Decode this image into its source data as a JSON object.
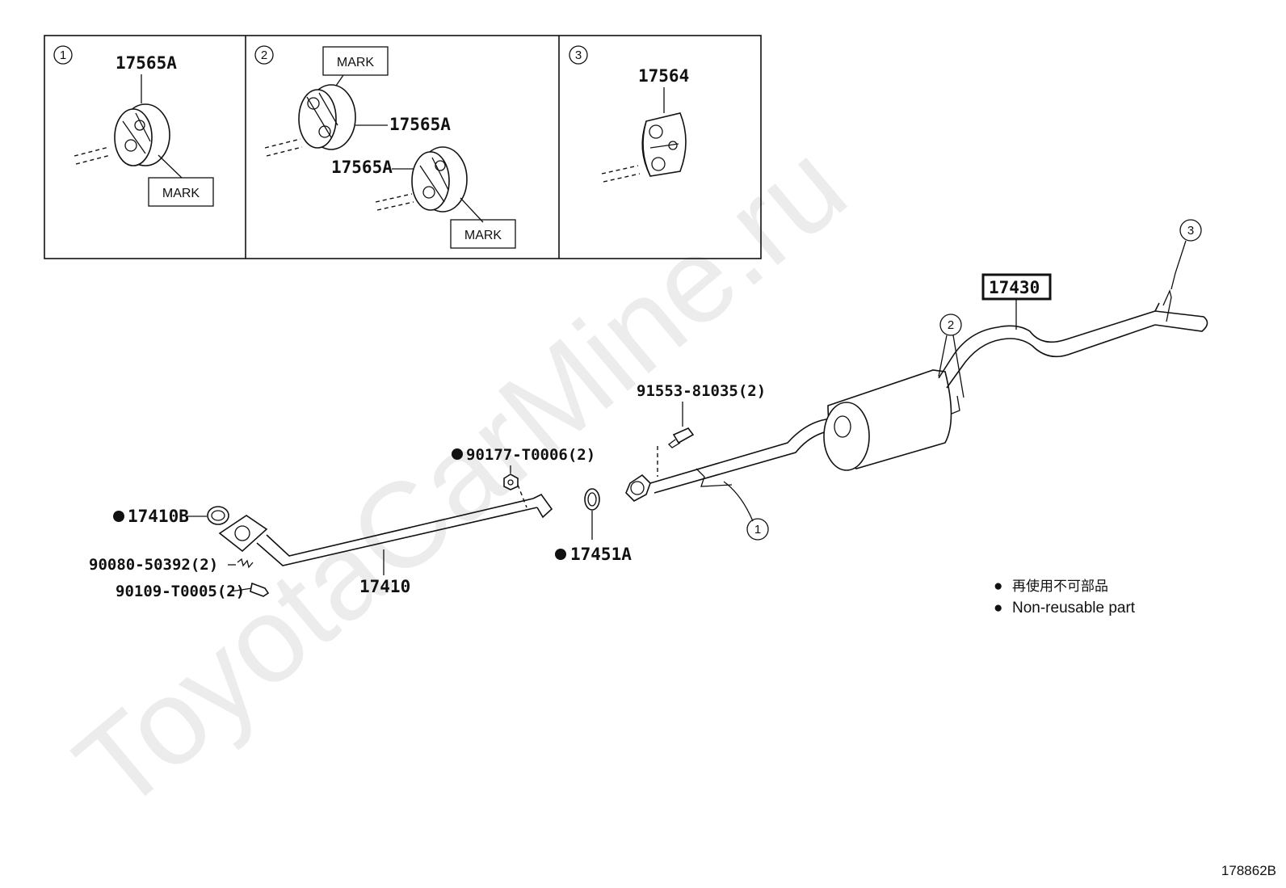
{
  "watermark": "ToyotaCarMine.ru",
  "insets": [
    {
      "index": "1",
      "parts": [
        "17565A"
      ],
      "marks": [
        "MARK"
      ]
    },
    {
      "index": "2",
      "parts": [
        "17565A",
        "17565A"
      ],
      "marks": [
        "MARK",
        "MARK"
      ]
    },
    {
      "index": "3",
      "parts": [
        "17564"
      ]
    }
  ],
  "parts": {
    "main_muffler": "17430",
    "front_pipe": "17410",
    "gasket_front": "17410B",
    "gasket_mid": "17451A",
    "nut": "90177-T0006(2)",
    "bolt": "91553-81035(2)",
    "spring": "90080-50392(2)",
    "stud_bolt": "90109-T0005(2)"
  },
  "callouts": {
    "c1": "1",
    "c2": "2",
    "c3": "3"
  },
  "legend": {
    "symbol": "●",
    "japanese": "再使用不可部品",
    "english": "Non-reusable part"
  },
  "diagram_code": "178862B"
}
